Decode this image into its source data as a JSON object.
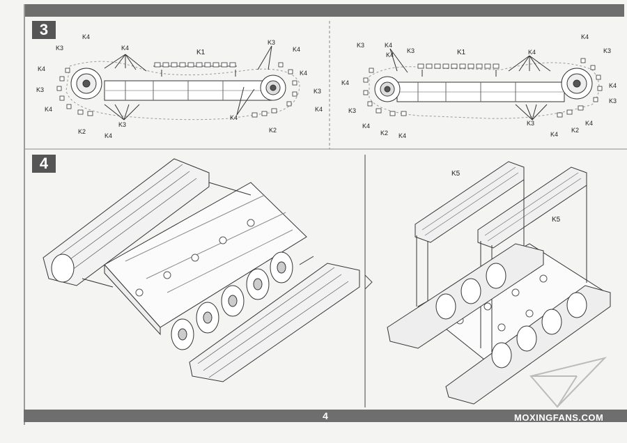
{
  "steps": [
    {
      "number": "3"
    },
    {
      "number": "4"
    }
  ],
  "step3_left": {
    "labels": {
      "k1": "K1",
      "k2a": "K2",
      "k2b": "K2",
      "k3_a": "K3",
      "k3_b": "K3",
      "k3_c": "K3",
      "k3_d": "K3",
      "k3_e": "K3",
      "k4_a": "K4",
      "k4_b": "K4",
      "k4_c": "K4",
      "k4_d": "K4",
      "k4_e": "K4",
      "k4_f": "K4",
      "k4_g": "K4",
      "k4_h": "K4",
      "k4_i": "K4"
    }
  },
  "step3_right": {
    "labels": {
      "k1": "K1",
      "k2a": "K2",
      "k2b": "K2",
      "k3_a": "K3",
      "k3_b": "K3",
      "k3_c": "K3",
      "k3_d": "K3",
      "k3_e": "K3",
      "k3_f": "K3",
      "k4_a": "K4",
      "k4_b": "K4",
      "k4_c": "K4",
      "k4_d": "K4",
      "k4_e": "K4",
      "k4_f": "K4",
      "k4_g": "K4",
      "k4_h": "K4",
      "k4_i": "K4",
      "k4_j": "K4"
    }
  },
  "step4_right": {
    "labels": {
      "k5a": "K5",
      "k5b": "K5"
    }
  },
  "footer": {
    "page_number": "4",
    "watermark": "MOXINGFANS.COM"
  }
}
